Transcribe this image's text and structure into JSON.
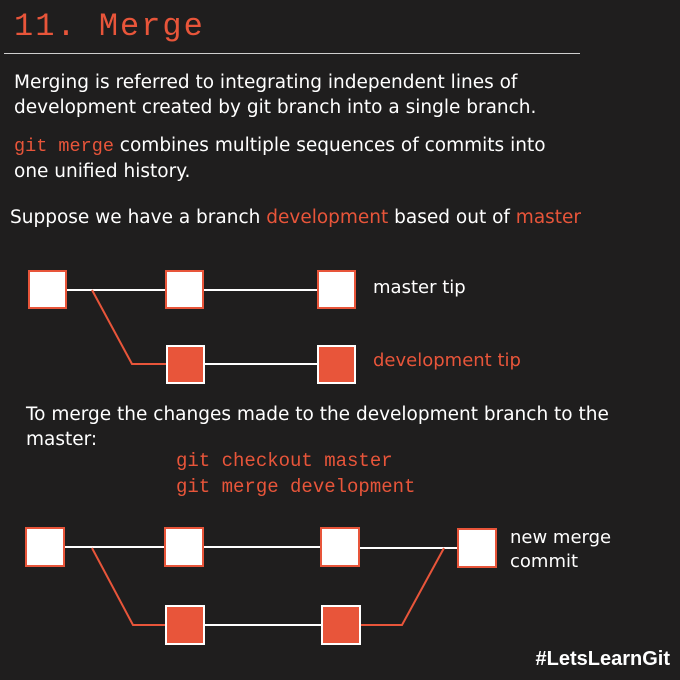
{
  "title": "11. Merge",
  "intro": "Merging is referred to integrating independent lines of development created by git branch into a single branch.",
  "intro_line1": "Merging is referred to integrating independent lines of",
  "intro_line2": "development created by git branch into a single branch.",
  "merge_desc": {
    "command": "git merge",
    "text_line1": " combines multiple sequences of commits into",
    "text_line2": "one unified history."
  },
  "suppose": {
    "prefix": "Suppose we have a branch ",
    "branch": "development",
    "middle": " based out of ",
    "base": "master"
  },
  "diagram1": {
    "label_master": "master tip",
    "label_development": "development tip"
  },
  "instruction": {
    "line1": "To merge the changes made to the development branch to the",
    "line2": "master:"
  },
  "commands": [
    "git checkout master",
    "git merge development"
  ],
  "diagram2": {
    "label_merge_line1": "new merge",
    "label_merge_line2": "commit"
  },
  "hashtag": "#LetsLearnGit",
  "colors": {
    "background": "#1f1e1e",
    "accent": "#e8553a",
    "text": "#ffffff"
  }
}
